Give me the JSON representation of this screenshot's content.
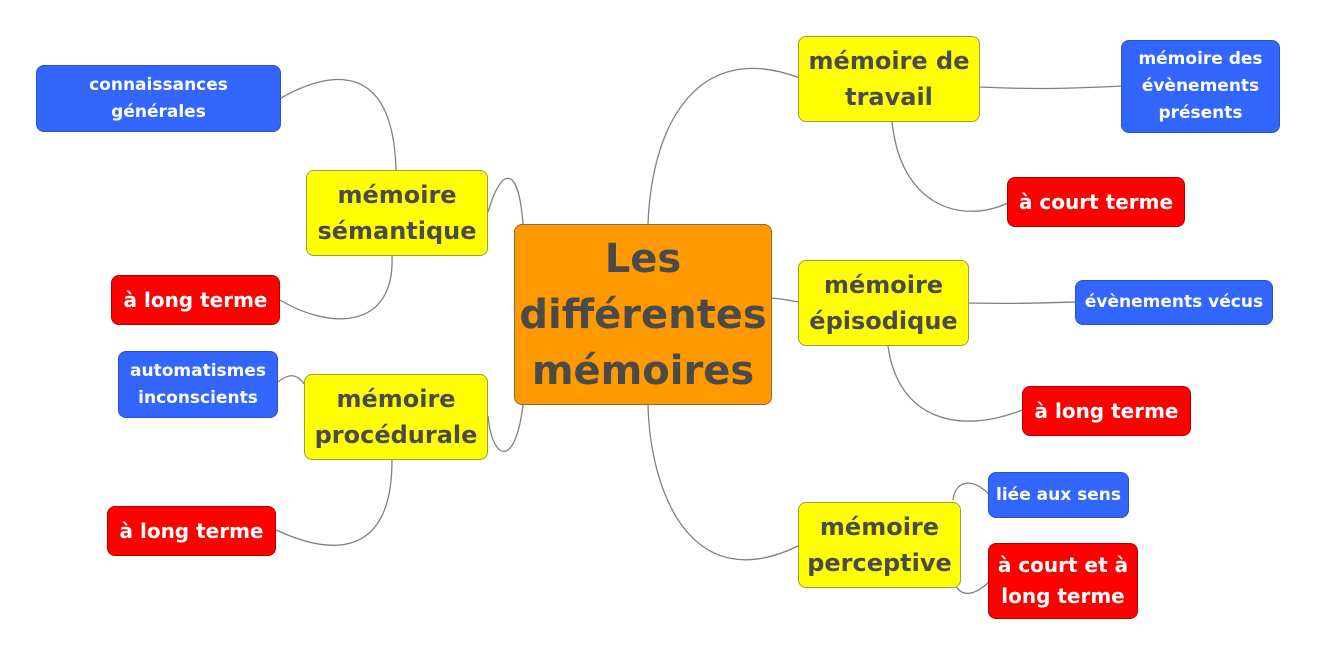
{
  "title": "Les différentes mémoires",
  "colors": {
    "center": "#ff9900",
    "branch": "#ffff00",
    "detail_blue": "#3366ff",
    "detail_red": "#ff0000",
    "link": "#808080"
  },
  "center": "Les\ndifférentes\nmémoires",
  "branches": {
    "semantique": {
      "label": "mémoire\nsémantique",
      "detail": "connaissances\ngénérales",
      "duration": "à long terme"
    },
    "procedurale": {
      "label": "mémoire\nprocédurale",
      "detail": "automatismes\ninconscients",
      "duration": "à long terme"
    },
    "travail": {
      "label": "mémoire de\ntravail",
      "detail": "mémoire des\névènements\nprésents",
      "duration": "à court terme"
    },
    "episodique": {
      "label": "mémoire\népisodique",
      "detail": "évènements vécus",
      "duration": "à long terme"
    },
    "perceptive": {
      "label": "mémoire\nperceptive",
      "detail": "liée aux sens",
      "duration": "à court et à\nlong terme"
    }
  }
}
